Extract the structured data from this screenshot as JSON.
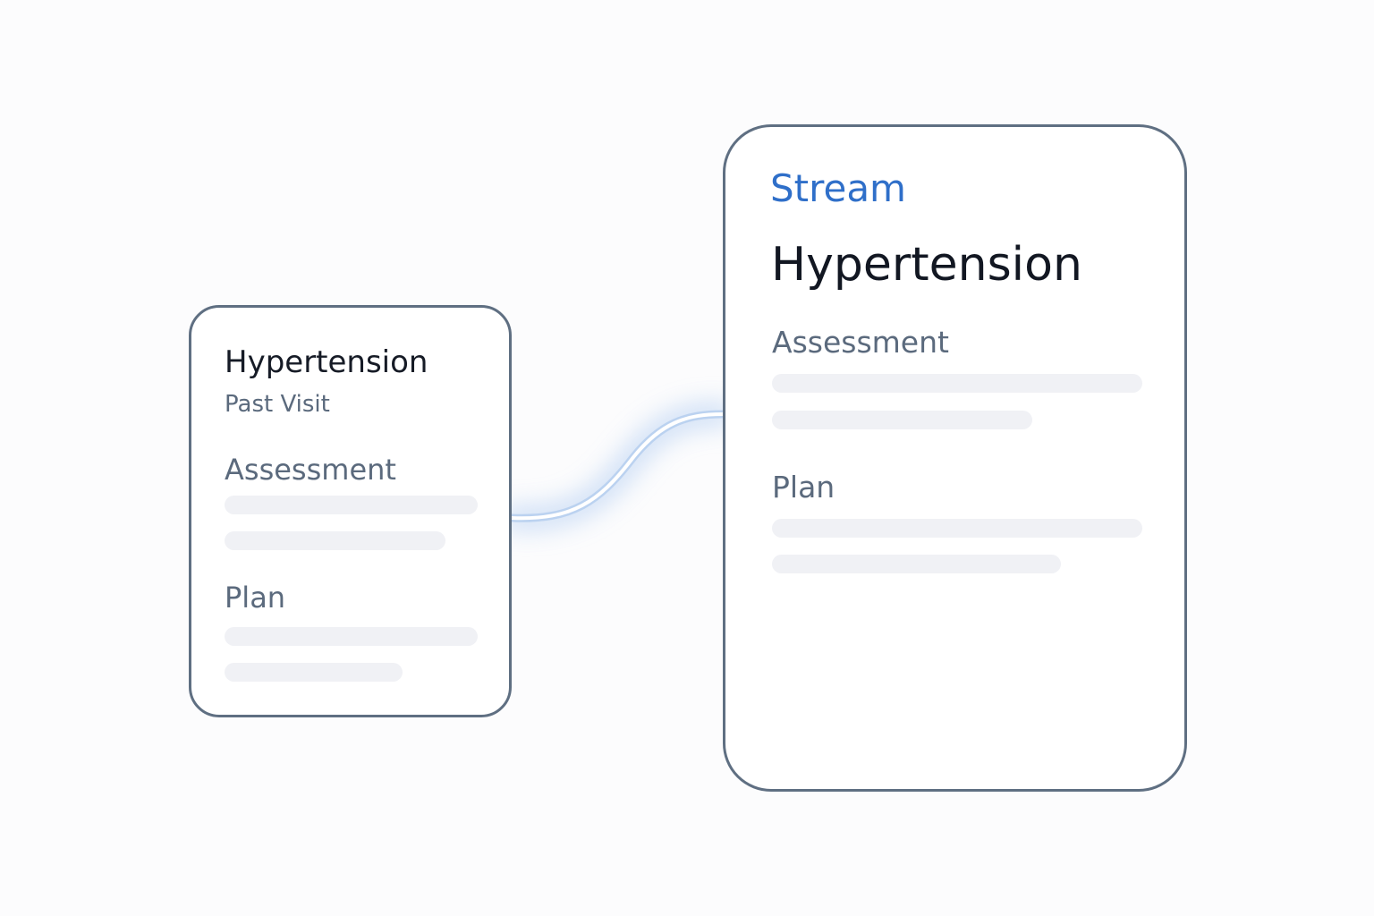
{
  "past_card": {
    "title": "Hypertension",
    "subtitle": "Past Visit",
    "assessment_label": "Assessment",
    "plan_label": "Plan"
  },
  "stream_card": {
    "label": "Stream",
    "title": "Hypertension",
    "assessment_label": "Assessment",
    "plan_label": "Plan"
  },
  "colors": {
    "accent": "#2f6fc9",
    "card_border": "#5f6f82",
    "muted_text": "#5b6a7d",
    "placeholder_bar": "#f0f1f5",
    "connector_glow": "#c9dcf5"
  }
}
